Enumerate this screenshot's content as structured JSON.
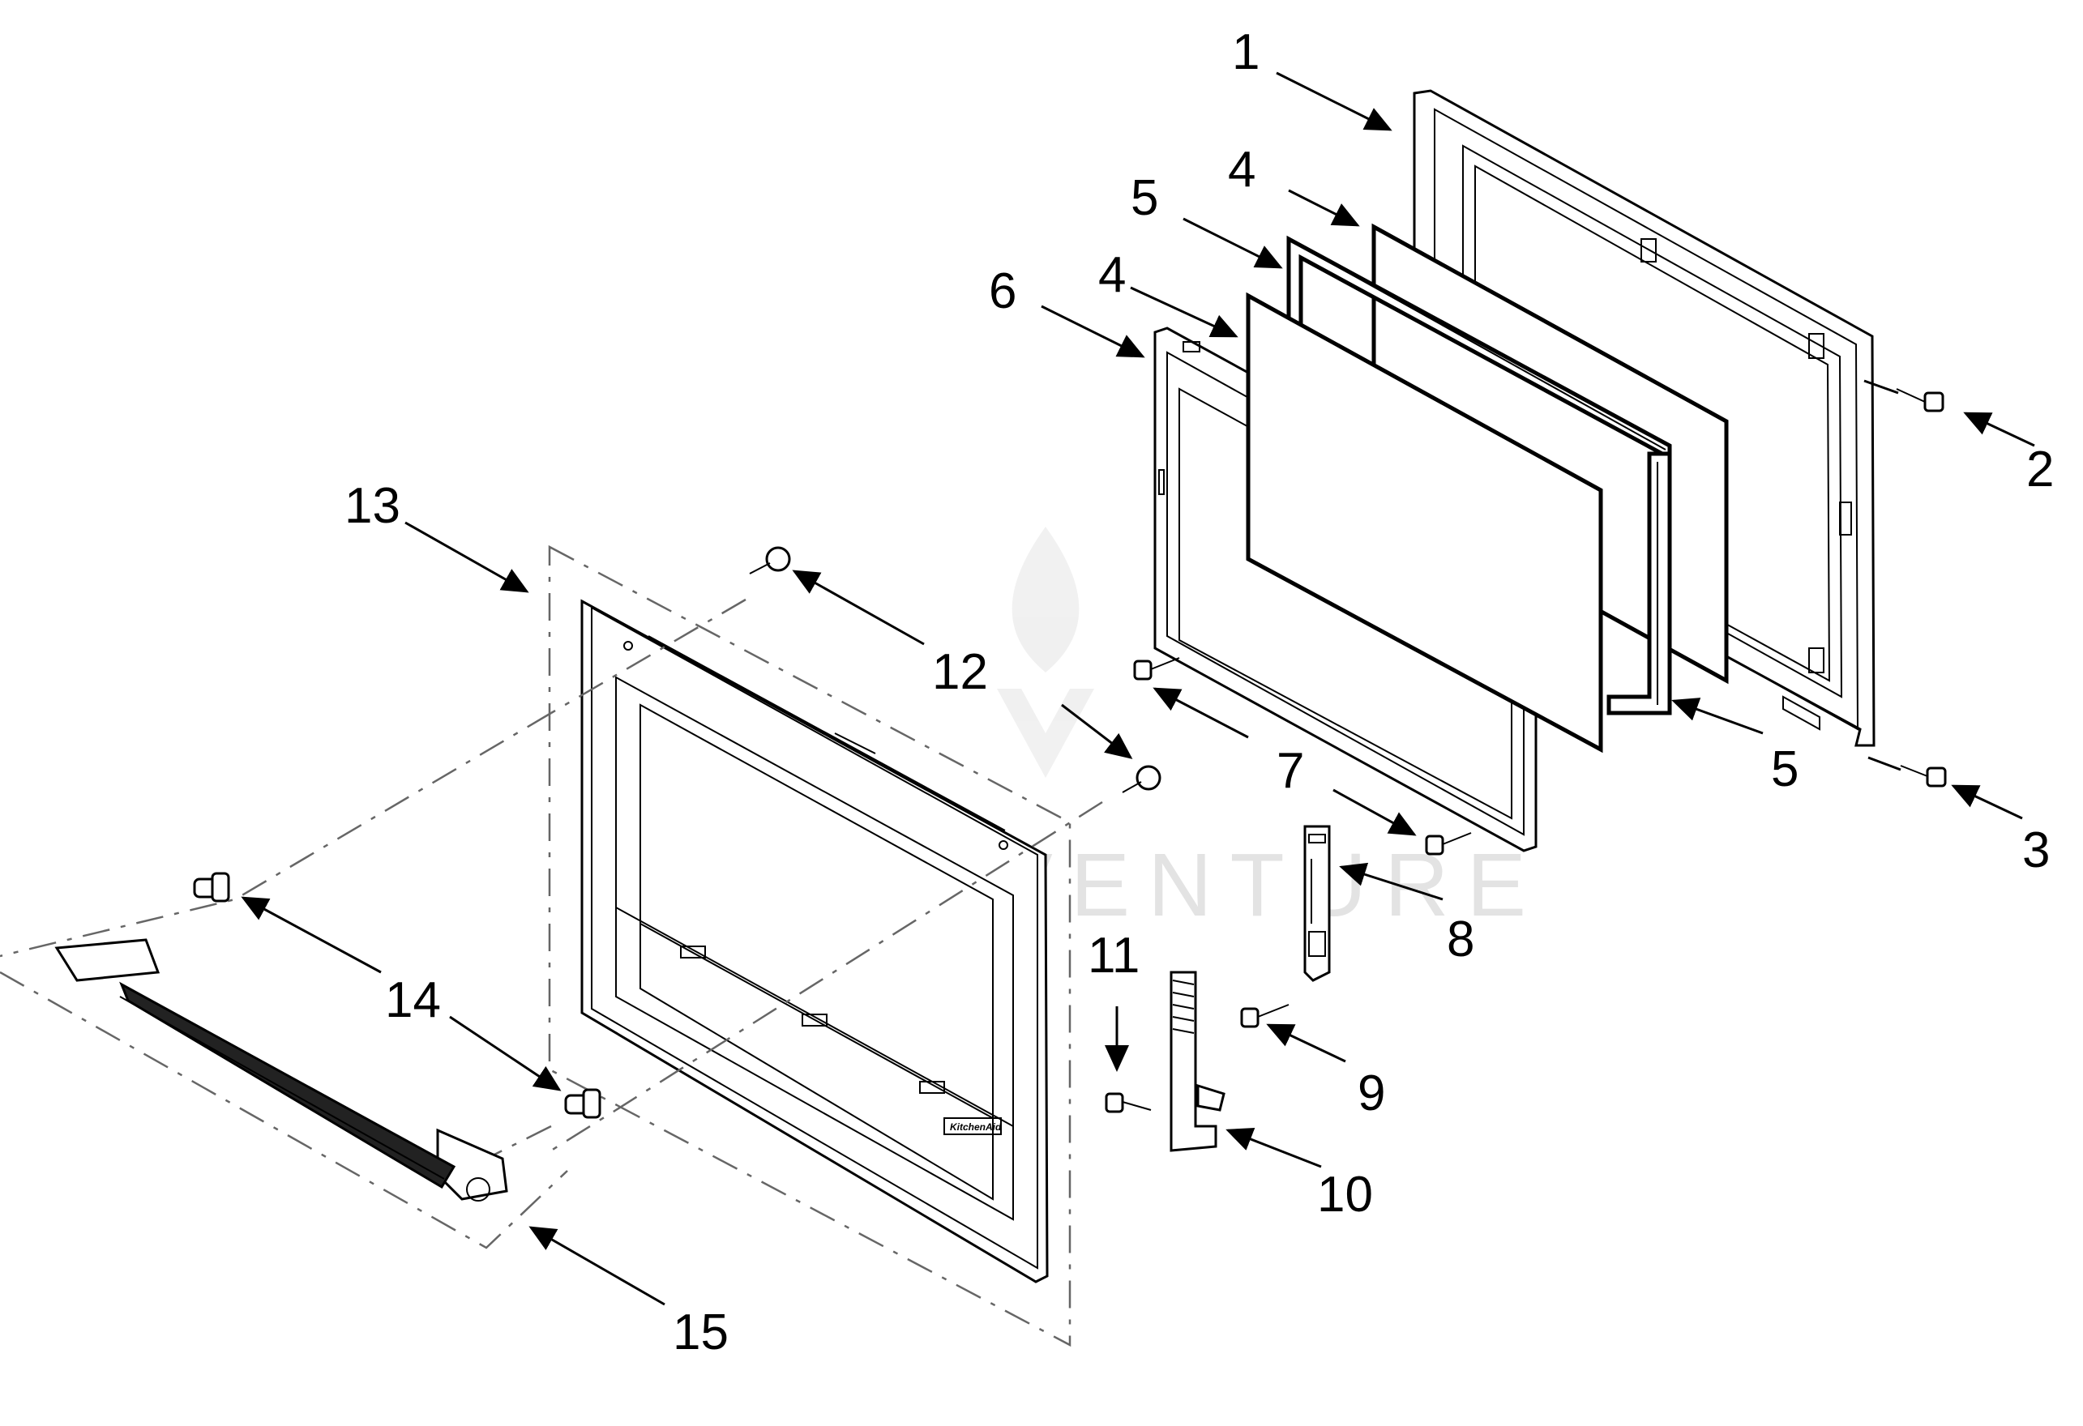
{
  "watermark": {
    "text": "LEADVENTURE",
    "color": "#e3e3e3"
  },
  "diagram": {
    "type": "exploded-parts-view",
    "callouts": [
      {
        "id": "c1",
        "label": "1"
      },
      {
        "id": "c2",
        "label": "2"
      },
      {
        "id": "c3",
        "label": "3"
      },
      {
        "id": "c4a",
        "label": "4"
      },
      {
        "id": "c4b",
        "label": "4"
      },
      {
        "id": "c5a",
        "label": "5"
      },
      {
        "id": "c5b",
        "label": "5"
      },
      {
        "id": "c6",
        "label": "6"
      },
      {
        "id": "c7",
        "label": "7"
      },
      {
        "id": "c8",
        "label": "8"
      },
      {
        "id": "c9",
        "label": "9"
      },
      {
        "id": "c10",
        "label": "10"
      },
      {
        "id": "c11",
        "label": "11"
      },
      {
        "id": "c12",
        "label": "12"
      },
      {
        "id": "c13",
        "label": "13"
      },
      {
        "id": "c14",
        "label": "14"
      },
      {
        "id": "c15",
        "label": "15"
      }
    ],
    "brand_badge": "KitchenAid"
  }
}
